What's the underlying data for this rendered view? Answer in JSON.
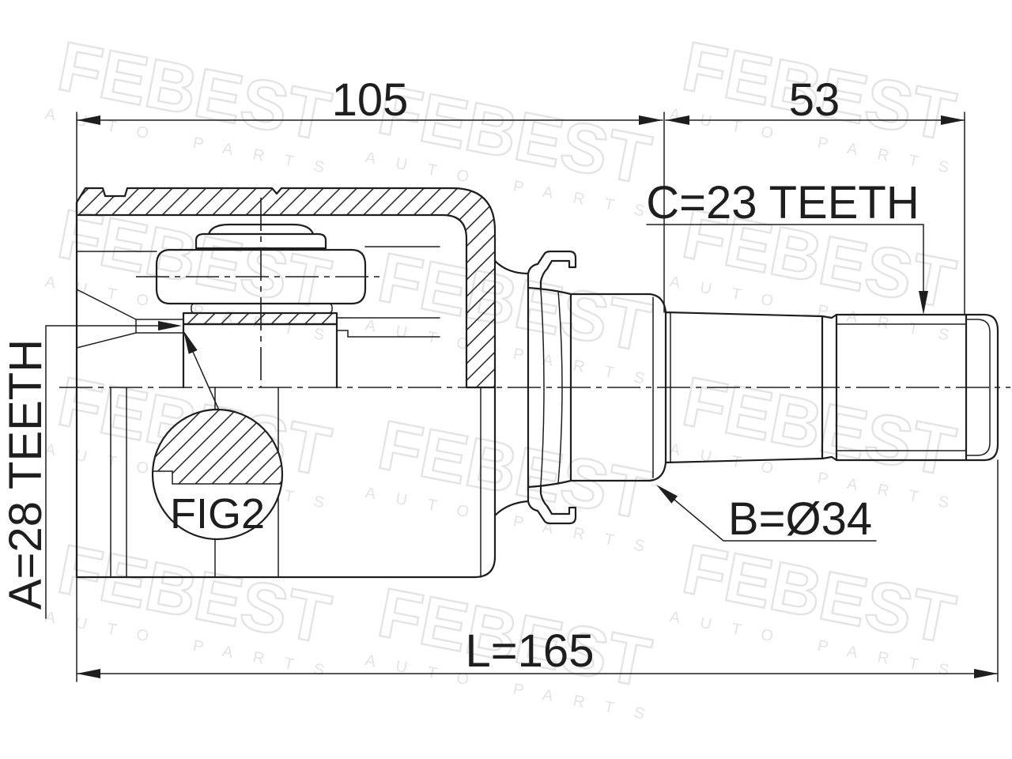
{
  "brand": {
    "watermark_name": "FEBEST",
    "watermark_tagline": "AUTO PARTS"
  },
  "dimensions": {
    "housing_length": "105",
    "shaft_length": "53",
    "total_length": "L=165"
  },
  "callouts": {
    "outer_spline_teeth": "C=23 TEETH",
    "inner_spline_teeth": "A=28 TEETH",
    "seal_diameter": "B=Ø34",
    "detail_view": "FIG2"
  },
  "colors": {
    "line": "#1e1e1e",
    "watermark": "#e4e4e4",
    "background": "#ffffff"
  }
}
